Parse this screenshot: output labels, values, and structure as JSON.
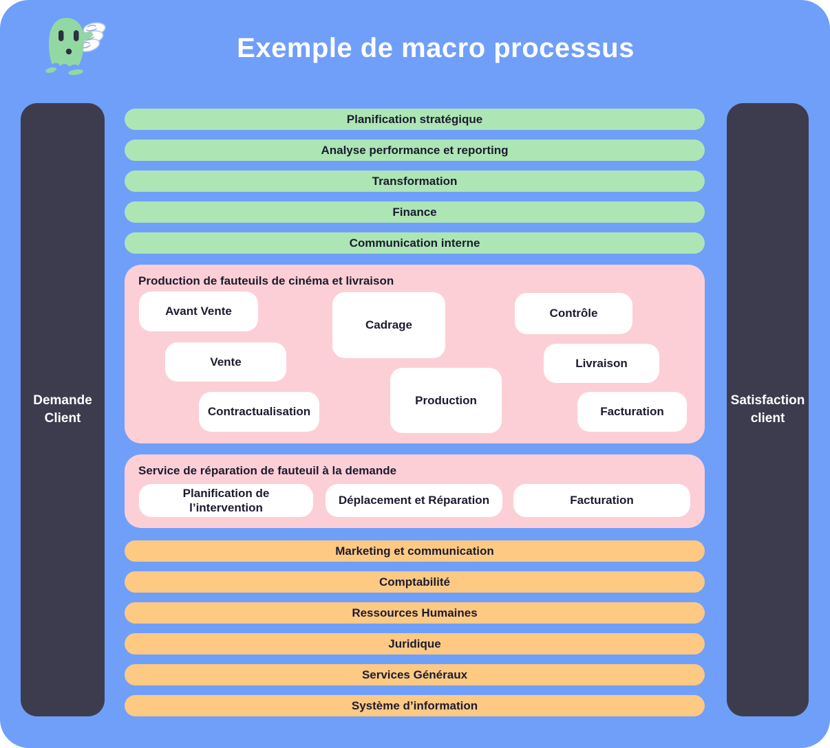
{
  "header": {
    "title": "Exemple de macro processus",
    "logo": "green-ghost-mascot-holding-spring"
  },
  "rails": {
    "left": {
      "line1": "Demande",
      "line2": "Client"
    },
    "right": {
      "line1": "Satisfaction",
      "line2": "client"
    }
  },
  "management_pills": [
    "Planification stratégique",
    "Analyse performance et reporting",
    "Transformation",
    "Finance",
    "Communication interne"
  ],
  "process_blocks": [
    {
      "title": "Production de fauteuils de cinéma et livraison",
      "steps": [
        "Avant Vente",
        "Cadrage",
        "Contrôle",
        "Vente",
        "Livraison",
        "Contractualisation",
        "Production",
        "Facturation"
      ]
    },
    {
      "title": "Service de réparation de fauteuil à la demande",
      "steps": [
        "Planification de l’intervention",
        "Déplacement et Réparation",
        "Facturation"
      ]
    }
  ],
  "support_pills": [
    "Marketing et communication",
    "Comptabilité",
    "Ressources Humaines",
    "Juridique",
    "Services Généraux",
    "Système d’information"
  ],
  "colors": {
    "background": "#6F9FF9",
    "management_pill": "#ADE5B5",
    "process_block": "#FCCFD6",
    "support_pill": "#FDC983",
    "rail": "#3D3C4E",
    "text_dark": "#1B1B2F",
    "title_text": "#FFFFFF",
    "mascot_green": "#92D8A2"
  }
}
